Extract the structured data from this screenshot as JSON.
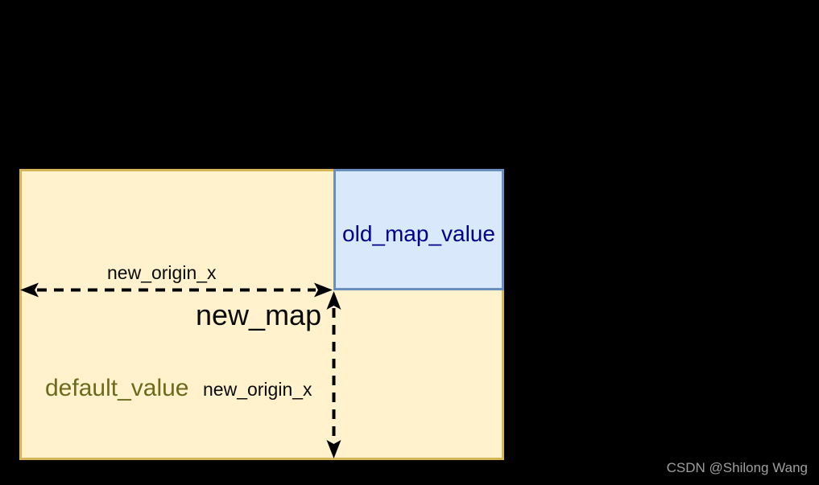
{
  "colors": {
    "background": "#000000",
    "new_map_fill": "#FFF2CC",
    "new_map_stroke": "#D6B656",
    "old_map_fill": "#DAE8FC",
    "old_map_stroke": "#6C8EBF",
    "old_map_text": "#00008B",
    "default_value_text": "#6B6B1F",
    "arrow": "#000000",
    "label_text": "#0A0A0A",
    "watermark": "#9E9E9E"
  },
  "diagram": {
    "new_map_label": "new_map",
    "old_map_label": "old_map_value",
    "default_value_label": "default_value",
    "horizontal_arrow_label": "new_origin_x",
    "vertical_arrow_label": "new_origin_x"
  },
  "watermark": {
    "text": "CSDN @Shilong Wang"
  }
}
